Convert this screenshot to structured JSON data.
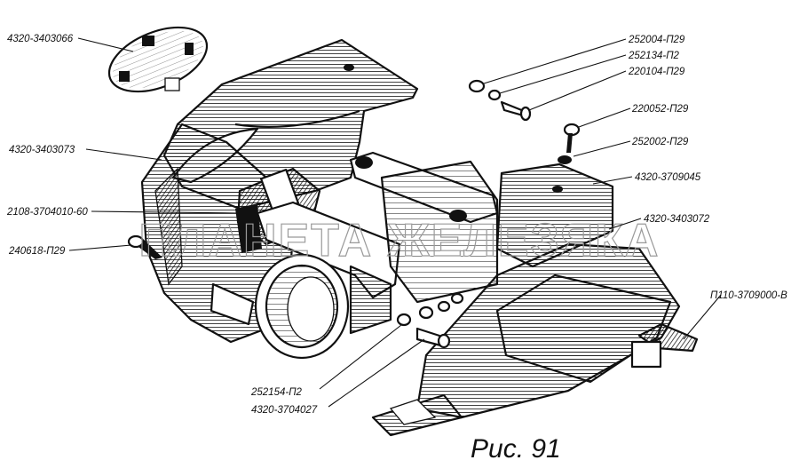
{
  "caption": "Рис. 91",
  "watermark": "ПЛАНЕТА ЖЕЛЕЗЯКА",
  "colors": {
    "ink": "#111111",
    "paper": "#ffffff",
    "watermark": "#9a9a9a"
  },
  "parts": [
    {
      "id": "p1",
      "label": "4320-3403066"
    },
    {
      "id": "p2",
      "label": "4320-3403073"
    },
    {
      "id": "p3",
      "label": "2108-3704010-60"
    },
    {
      "id": "p4",
      "label": "240618-П29"
    },
    {
      "id": "p5",
      "label": "252004-П29"
    },
    {
      "id": "p6",
      "label": "252134-П2"
    },
    {
      "id": "p7",
      "label": "220104-П29"
    },
    {
      "id": "p8",
      "label": "220052-П29"
    },
    {
      "id": "p9",
      "label": "252002-П29"
    },
    {
      "id": "p10",
      "label": "4320-3709045"
    },
    {
      "id": "p11",
      "label": "4320-3403072"
    },
    {
      "id": "p12",
      "label": "П110-3709000-В"
    },
    {
      "id": "p13",
      "label": "252154-П2"
    },
    {
      "id": "p14",
      "label": "4320-3704027"
    }
  ]
}
